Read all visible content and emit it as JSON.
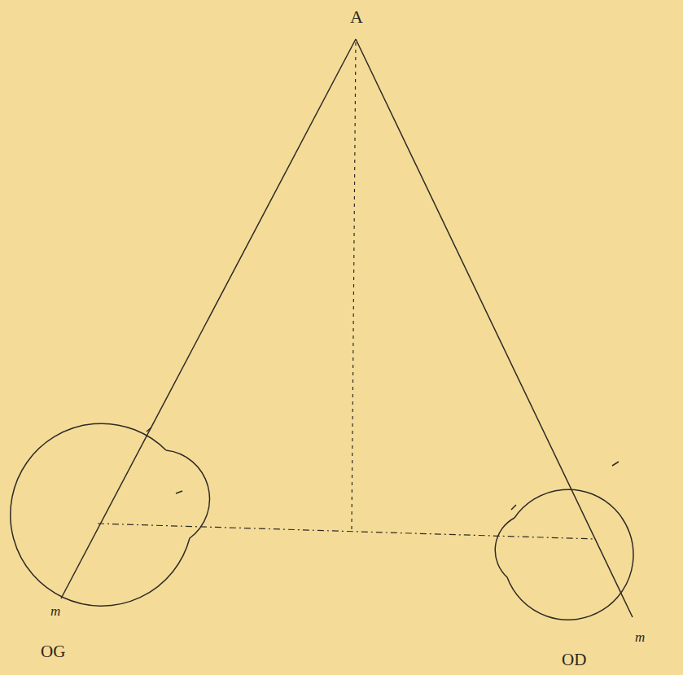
{
  "diagram": {
    "labels": [
      "A",
      "m",
      "OG",
      "m",
      "OD"
    ]
  }
}
